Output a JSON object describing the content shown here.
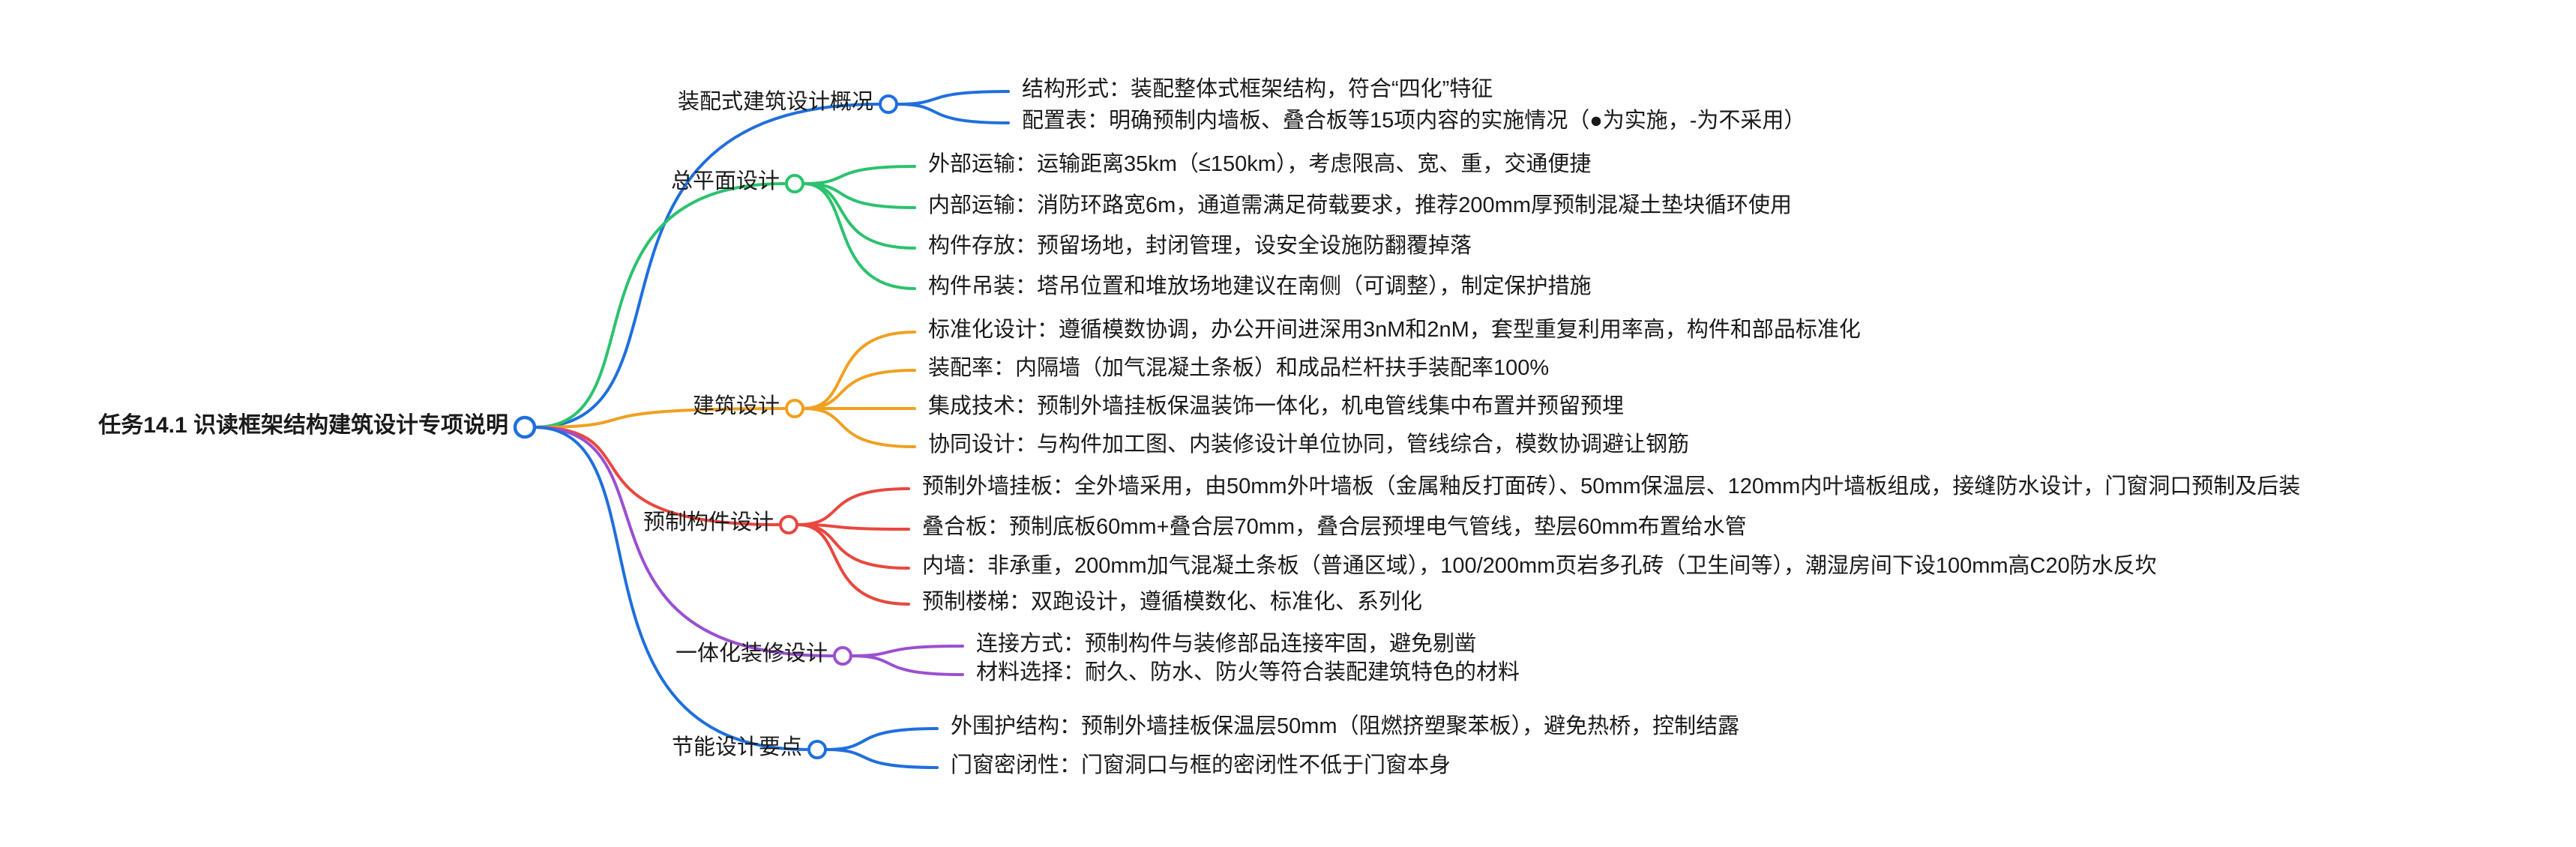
{
  "diagram": {
    "type": "mind-map",
    "background_color": "#ffffff",
    "text_color": "#1a1a1a"
  },
  "root": {
    "label": "任务14.1 识读框架结构建筑设计专项说明",
    "color": "#1f6fdd"
  },
  "branches": [
    {
      "label": "装配式建筑设计概况",
      "color": "#1f6fdd",
      "children": [
        {
          "label": "结构形式：装配整体式框架结构，符合“四化”特征"
        },
        {
          "label": "配置表：明确预制内墙板、叠合板等15项内容的实施情况（●为实施，-为不采用）"
        }
      ]
    },
    {
      "label": "总平面设计",
      "color": "#2cc26e",
      "children": [
        {
          "label": "外部运输：运输距离35km（≤150km），考虑限高、宽、重，交通便捷"
        },
        {
          "label": "内部运输：消防环路宽6m，通道需满足荷载要求，推荐200mm厚预制混凝土垫块循环使用"
        },
        {
          "label": "构件存放：预留场地，封闭管理，设安全设施防翻覆掉落"
        },
        {
          "label": "构件吊装：塔吊位置和堆放场地建议在南侧（可调整），制定保护措施"
        }
      ]
    },
    {
      "label": "建筑设计",
      "color": "#f0a020",
      "children": [
        {
          "label": "标准化设计：遵循模数协调，办公开间进深用3nM和2nM，套型重复利用率高，构件和部品标准化"
        },
        {
          "label": "装配率：内隔墙（加气混凝土条板）和成品栏杆扶手装配率100%"
        },
        {
          "label": "集成技术：预制外墙挂板保温装饰一体化，机电管线集中布置并预留预埋"
        },
        {
          "label": "协同设计：与构件加工图、内装修设计单位协同，管线综合，模数协调避让钢筋"
        }
      ]
    },
    {
      "label": "预制构件设计",
      "color": "#e8483f",
      "children": [
        {
          "label": "预制外墙挂板：全外墙采用，由50mm外叶墙板（金属釉反打面砖）、50mm保温层、120mm内叶墙板组成，接缝防水设计，门窗洞口预制及后装"
        },
        {
          "label": "叠合板：预制底板60mm+叠合层70mm，叠合层预埋电气管线，垫层60mm布置给水管"
        },
        {
          "label": "内墙：非承重，200mm加气混凝土条板（普通区域），100/200mm页岩多孔砖（卫生间等），潮湿房间下设100mm高C20防水反坎"
        },
        {
          "label": "预制楼梯：双跑设计，遵循模数化、标准化、系列化"
        }
      ]
    },
    {
      "label": "一体化装修设计",
      "color": "#9b4fd1",
      "children": [
        {
          "label": "连接方式：预制构件与装修部品连接牢固，避免剔凿"
        },
        {
          "label": "材料选择：耐久、防水、防火等符合装配建筑特色的材料"
        }
      ]
    },
    {
      "label": "节能设计要点",
      "color": "#1f6fdd",
      "children": [
        {
          "label": "外围护结构：预制外墙挂板保温层50mm（阻燃挤塑聚苯板），避免热桥，控制结露"
        },
        {
          "label": "门窗密闭性：门窗洞口与框的密闭性不低于门窗本身"
        }
      ]
    }
  ]
}
